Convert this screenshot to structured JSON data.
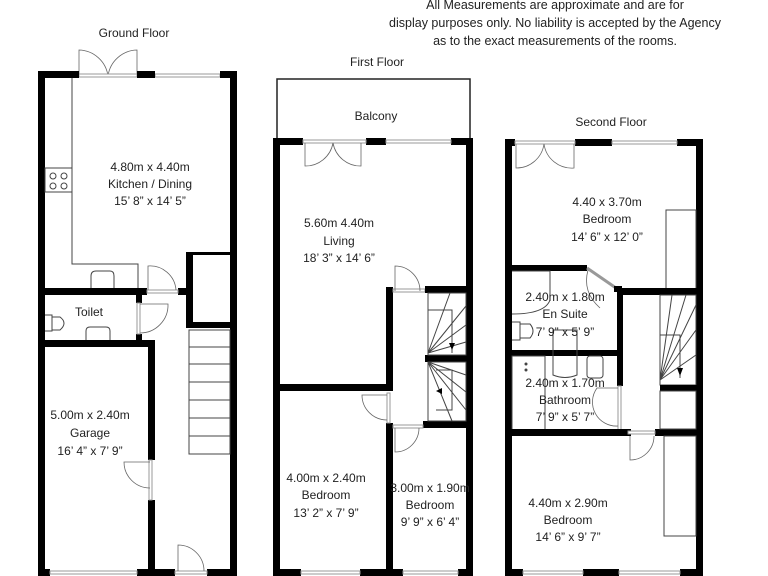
{
  "disclaimer": {
    "line1": "All Measurements are approximate and are for",
    "line2": "display purposes only. No liability is accepted by the Agency",
    "line3": "as to the exact measurements of the rooms."
  },
  "floors": {
    "ground": {
      "title": "Ground Floor",
      "rooms": {
        "kitchen": {
          "metric": "4.80m x 4.40m",
          "name": "Kitchen / Dining",
          "imperial": "15’ 8” x 14’ 5”"
        },
        "toilet": {
          "name": "Toilet"
        },
        "garage": {
          "metric": "5.00m x 2.40m",
          "name": "Garage",
          "imperial": "16’ 4” x 7’ 9”"
        }
      }
    },
    "first": {
      "title": "First Floor",
      "rooms": {
        "balcony": {
          "name": "Balcony"
        },
        "living": {
          "metric": "5.60m 4.40m",
          "name": "Living",
          "imperial": "18’ 3” x 14’ 6”"
        },
        "bedroom1": {
          "metric": "4.00m x 2.40m",
          "name": "Bedroom",
          "imperial": "13’ 2” x 7’ 9”"
        },
        "bedroom2": {
          "metric": "3.00m x 1.90m",
          "name": "Bedroom",
          "imperial": "9’ 9” x 6’ 4”"
        }
      }
    },
    "second": {
      "title": "Second Floor",
      "rooms": {
        "bedroom_top": {
          "metric": "4.40 x 3.70m",
          "name": "Bedroom",
          "imperial": "14’ 6” x 12’ 0”"
        },
        "ensuite": {
          "metric": "2.40m x 1.80m",
          "name": "En Suite",
          "imperial": "7’ 9” x 5’ 9”"
        },
        "bathroom": {
          "metric": "2.40m x 1.70m",
          "name": "Bathroom",
          "imperial": "7’ 9” x 5’ 7”"
        },
        "bedroom_bottom": {
          "metric": "4.40m x 2.90m",
          "name": "Bedroom",
          "imperial": "14’ 6” x 9’ 7”"
        }
      }
    }
  }
}
